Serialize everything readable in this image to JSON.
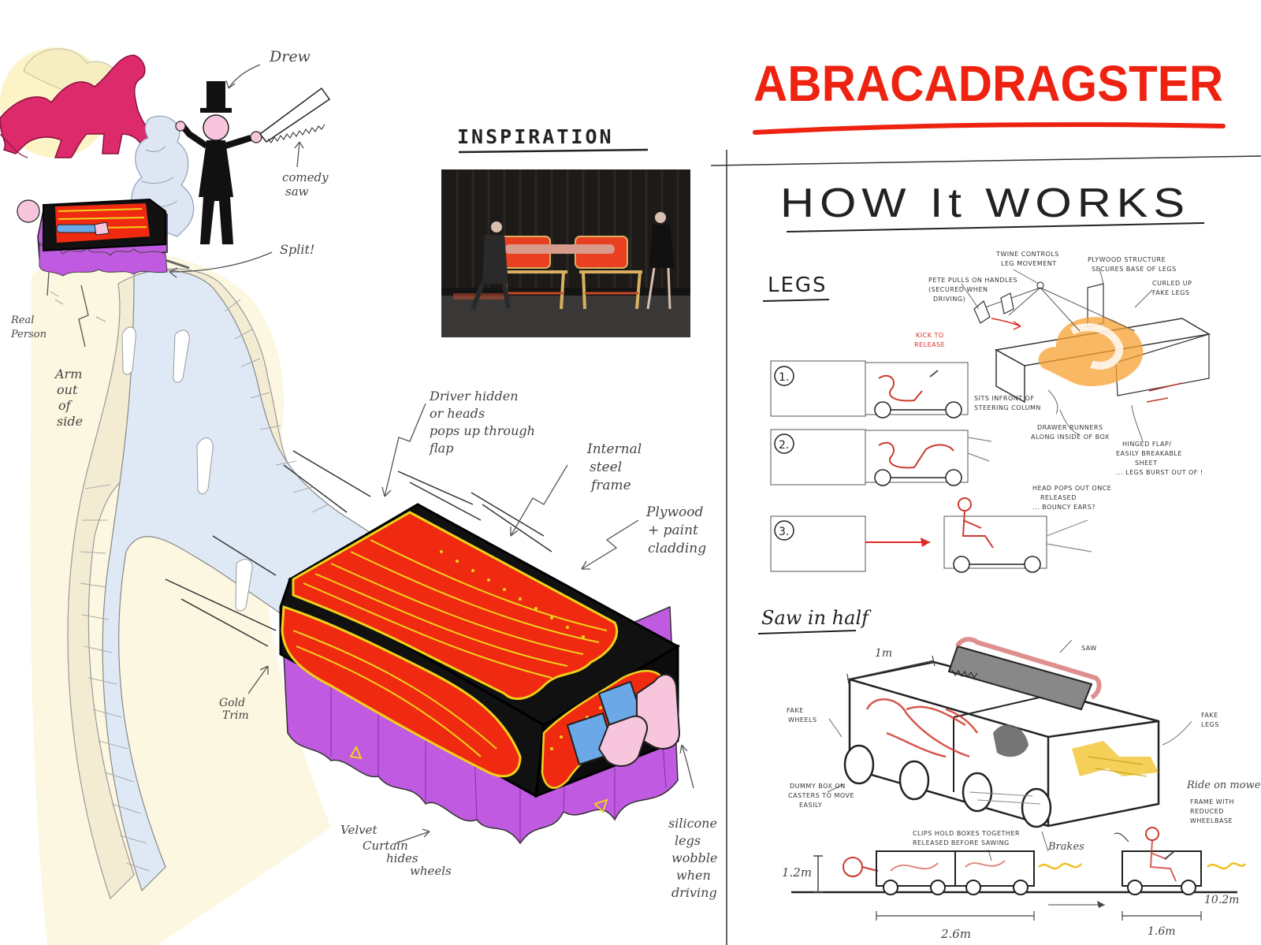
{
  "title": "ABRACADRAGSTER",
  "inspiration": {
    "heading": "INSPIRATION"
  },
  "how_it_works": {
    "heading": "HOW It WORKS",
    "legs": {
      "heading": "LEGS",
      "steps": [
        "1.",
        "2.",
        "3."
      ],
      "notes": {
        "pull_handles_1": "PETE PULLS ON HANDLES",
        "pull_handles_2": "(SECURED WHEN",
        "pull_handles_3": "DRIVING)",
        "twine_1": "TWINE CONTROLS",
        "twine_2": "LEG MOVEMENT",
        "plywood_1": "PLYWOOD STRUCTURE",
        "plywood_2": "SECURES BASE OF LEGS",
        "curled_1": "CURLED UP",
        "curled_2": "FAKE LEGS",
        "kick_1": "KICK TO",
        "kick_2": "RELEASE",
        "sits_1": "SITS INFRONT OF",
        "sits_2": "STEERING COLUMN",
        "drawer_1": "DRAWER RUNNERS",
        "drawer_2": "ALONG INSIDE OF BOX",
        "hinged_1": "HINGED FLAP/",
        "hinged_2": "EASILY BREAKABLE",
        "hinged_3": "SHEET",
        "hinged_4": "... LEGS BURST OUT OF !",
        "head_1": "HEAD POPS OUT ONCE",
        "head_2": "RELEASED",
        "head_3": "... BOUNCY EARS?"
      }
    },
    "saw": {
      "heading": "Saw in half",
      "notes": {
        "one_m": "1m",
        "saw": "SAW",
        "fake_wheels_1": "FAKE",
        "fake_wheels_2": "WHEELS",
        "fake_legs_1": "FAKE",
        "fake_legs_2": "LEGS",
        "dummy_1": "DUMMY BOX ON",
        "dummy_2": "CASTERS TO MOVE",
        "dummy_3": "EASILY",
        "clips_1": "CLIPS HOLD BOXES TOGETHER",
        "clips_2": "RELEASED BEFORE SAWING",
        "brakes": "Brakes",
        "mower_1": "Ride on mower",
        "mower_2": "FRAME WITH",
        "mower_3": "REDUCED",
        "mower_4": "WHEELBASE",
        "height": "1.2m",
        "length_a": "2.6m",
        "length_b": "1.6m",
        "gap": "10.2m"
      }
    }
  },
  "left_labels": {
    "drew": "Drew",
    "comedy_saw_1": "comedy",
    "comedy_saw_2": "saw",
    "split": "Split!",
    "real_person_1": "Real",
    "real_person_2": "Person",
    "arm_1": "Arm",
    "arm_2": "out",
    "arm_3": "of",
    "arm_4": "side",
    "driver_1": "Driver hidden",
    "driver_2": "or heads",
    "driver_3": "pops up through",
    "driver_4": "flap",
    "steel_1": "Internal",
    "steel_2": "steel",
    "steel_3": "frame",
    "ply_1": "Plywood",
    "ply_2": "+ paint",
    "ply_3": "cladding",
    "gold_1": "Gold",
    "gold_2": "Trim",
    "velvet_1": "Velvet",
    "velvet_2": "Curtain",
    "velvet_3": "hides",
    "velvet_4": "wheels",
    "silicone_1": "silicone",
    "silicone_2": "legs",
    "silicone_3": "wobble",
    "silicone_4": "when",
    "silicone_5": "driving"
  },
  "colors": {
    "title_red": "#ee2211",
    "box_red": "#f02a10",
    "box_black": "#111111",
    "gold": "#f0d21a",
    "velvet": "#c05ae0",
    "road": "#dfe9f6",
    "kerb": "#f4ecd2",
    "sketch_red": "#cc3a2e",
    "orange": "#f7a030",
    "yellow": "#f0c020",
    "dino": "#dc2a6a"
  }
}
